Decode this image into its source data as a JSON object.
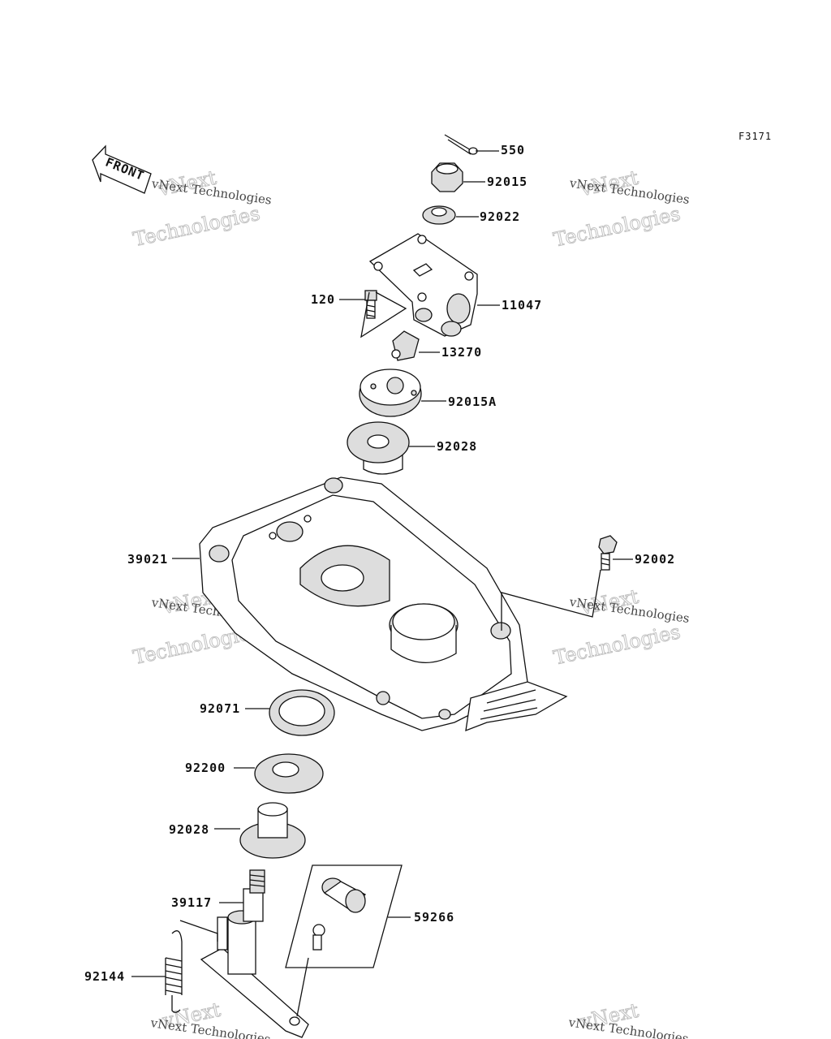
{
  "figure_code": "F3171",
  "front_label": "FRONT",
  "watermark": {
    "name_line": "vNext Technologies",
    "word_top": "vNext",
    "word_bottom": "Technologies"
  },
  "parts": [
    {
      "id": "550"
    },
    {
      "id": "92015"
    },
    {
      "id": "92022"
    },
    {
      "id": "120"
    },
    {
      "id": "11047"
    },
    {
      "id": "13270"
    },
    {
      "id": "92015A"
    },
    {
      "id": "92028"
    },
    {
      "id": "39021"
    },
    {
      "id": "92002"
    },
    {
      "id": "92071"
    },
    {
      "id": "92200"
    },
    {
      "id": "92028"
    },
    {
      "id": "39117"
    },
    {
      "id": "59266"
    },
    {
      "id": "92144"
    }
  ]
}
